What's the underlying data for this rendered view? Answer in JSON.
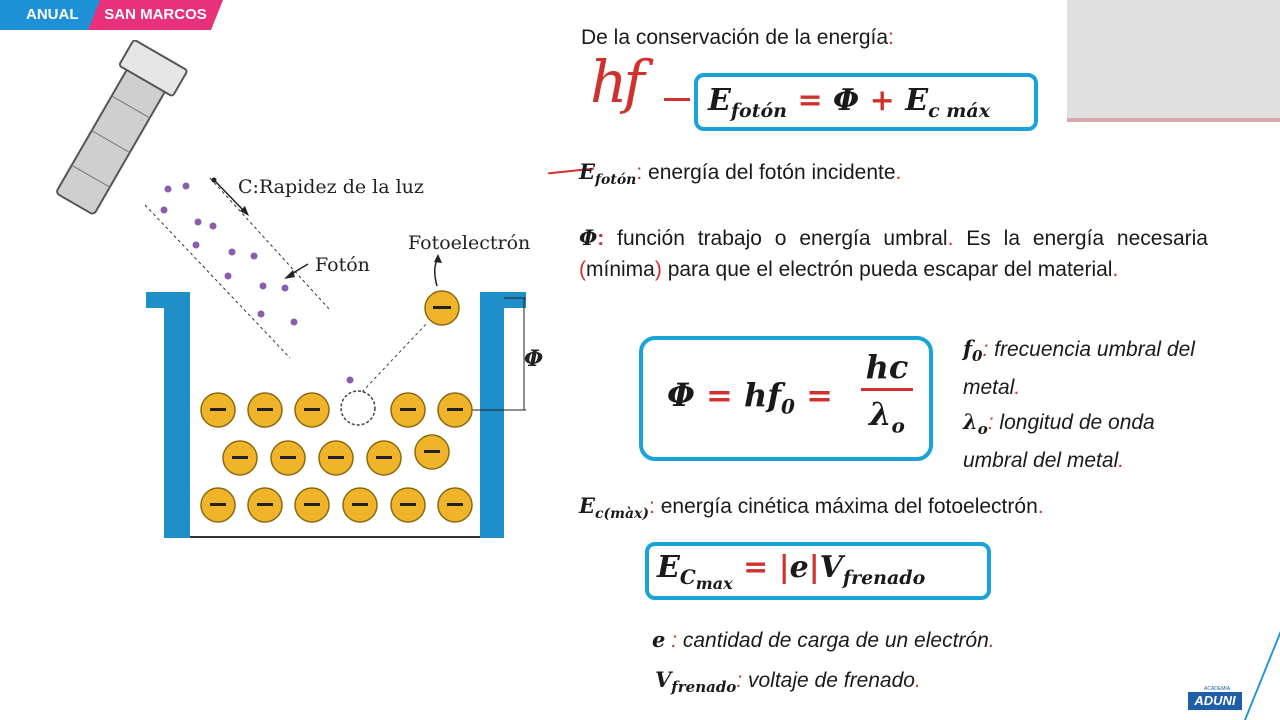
{
  "header": {
    "anual": "ANUAL",
    "san_marcos": "SAN MARCOS"
  },
  "diagram": {
    "c_label": "C:Rapidez de la luz",
    "foton_label": "Fotón",
    "fotoelectron_label": "Fotoelectrón",
    "phi_label": "Φ",
    "minus": "−"
  },
  "right": {
    "title_text": "De la conservación de la energía",
    "title_colon": ":",
    "handwritten": "hf",
    "eq1": {
      "E": "E",
      "foton_sub": "fotón",
      "eq": "=",
      "phi": "Φ",
      "plus": "+",
      "E2": "E",
      "cmax_sub": "c máx"
    },
    "def_efoton": {
      "E": "E",
      "sub": "fotón",
      "colon": ":",
      "text": " energía del fotón incidente",
      "dot": "."
    },
    "def_phi": {
      "sym": "Φ",
      "colon": ":",
      "text1": " función trabajo o energía umbral",
      "dot1": ".",
      "text2": " Es la energía necesaria ",
      "paren_open": "(",
      "minima": "mínima",
      "paren_close": ")",
      "text3": " para que el electrón pueda escapar del material",
      "dot2": "."
    },
    "eq2": {
      "phi": "Φ",
      "eq1": "=",
      "hf": "hf",
      "sub0": "0",
      "eq2": "=",
      "num": "hc",
      "den": "λ",
      "den_sub": "o"
    },
    "f0_def": {
      "sym": "f",
      "sub": "0",
      "colon": ":",
      "text": " frecuencia umbral del metal",
      "dot": "."
    },
    "lambda_def": {
      "sym": "λ",
      "sub": "o",
      "colon": ":",
      "text": " longitud de onda umbral del metal",
      "dot": "."
    },
    "def_ec": {
      "E": "E",
      "sub": "c(màx)",
      "colon": ":",
      "text": " energía cinética máxima del fotoelectrón",
      "dot": "."
    },
    "eq3": {
      "E": "E",
      "C": "C",
      "max": "max",
      "eq": "=",
      "bar1": "|",
      "e": "e",
      "bar2": "|",
      "V": "V",
      "frenado": "frenado"
    },
    "e_def": {
      "sym": "e",
      "colon": " :",
      "text": " cantidad de carga de un electrón",
      "dot": "."
    },
    "v_def": {
      "sym": "V",
      "sub": "frenado",
      "colon": ":",
      "text": " voltaje de frenado",
      "dot": "."
    }
  },
  "logo": {
    "small": "ACADEMIA",
    "name": "ADUNI"
  },
  "colors": {
    "accent_blue": "#1aa3d9",
    "red": "#d0312d",
    "pink": "#e8317a",
    "electron": "#f0b42a",
    "photon": "#8a5cae"
  }
}
